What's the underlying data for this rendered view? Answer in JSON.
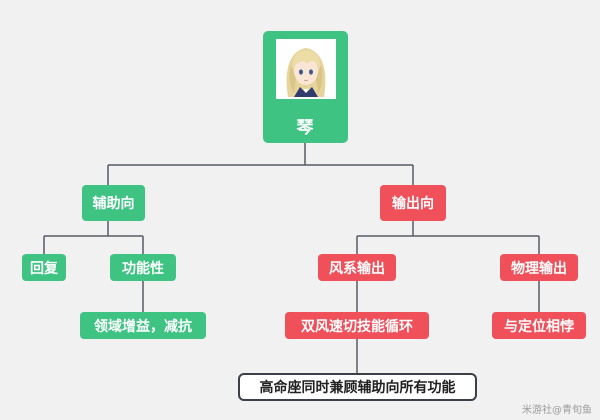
{
  "root": {
    "label": "琴",
    "portrait": "character-portrait"
  },
  "branches": {
    "support": {
      "label": "辅助向"
    },
    "output": {
      "label": "输出向"
    }
  },
  "support_children": {
    "heal": {
      "label": "回复"
    },
    "utility": {
      "label": "功能性"
    }
  },
  "utility_child": {
    "label": "领域增益，减抗"
  },
  "output_children": {
    "anemo": {
      "label": "风系输出"
    },
    "physical": {
      "label": "物理输出"
    }
  },
  "anemo_child": {
    "label": "双风速切技能循环"
  },
  "physical_child": {
    "label": "与定位相悖"
  },
  "constellation_note": {
    "label": "高命座同时兼顾辅助向所有功能"
  },
  "watermark": {
    "text": "米游社@青旬鱼"
  },
  "colors": {
    "green": "#3ec383",
    "red": "#f0505a",
    "line": "#555a66",
    "background": "#f1f1f1"
  }
}
